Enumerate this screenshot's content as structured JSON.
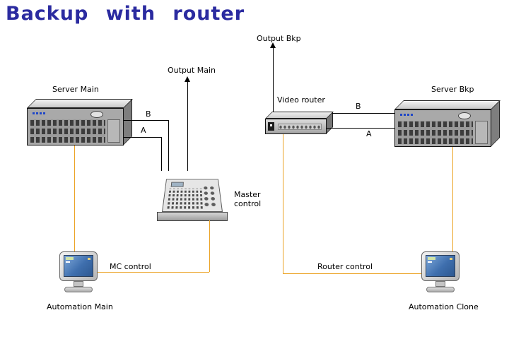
{
  "title": "Backup with router",
  "diagram": {
    "server_main_label": "Server Main",
    "server_bkp_label": "Server Bkp",
    "video_router_label": "Video router",
    "master_control_label": "Master control",
    "automation_main_label": "Automation Main",
    "automation_clone_label": "Automation Clone",
    "output_main_label": "Output Main",
    "output_bkp_label": "Output Bkp",
    "mc_control_label": "MC control",
    "router_control_label": "Router control",
    "port_b_left": "B",
    "port_a_left": "A",
    "port_b_right": "B",
    "port_a_right": "A"
  },
  "colors": {
    "title_text": "#2b2ba0",
    "signal_line": "#000000",
    "control_line": "#eba325"
  }
}
